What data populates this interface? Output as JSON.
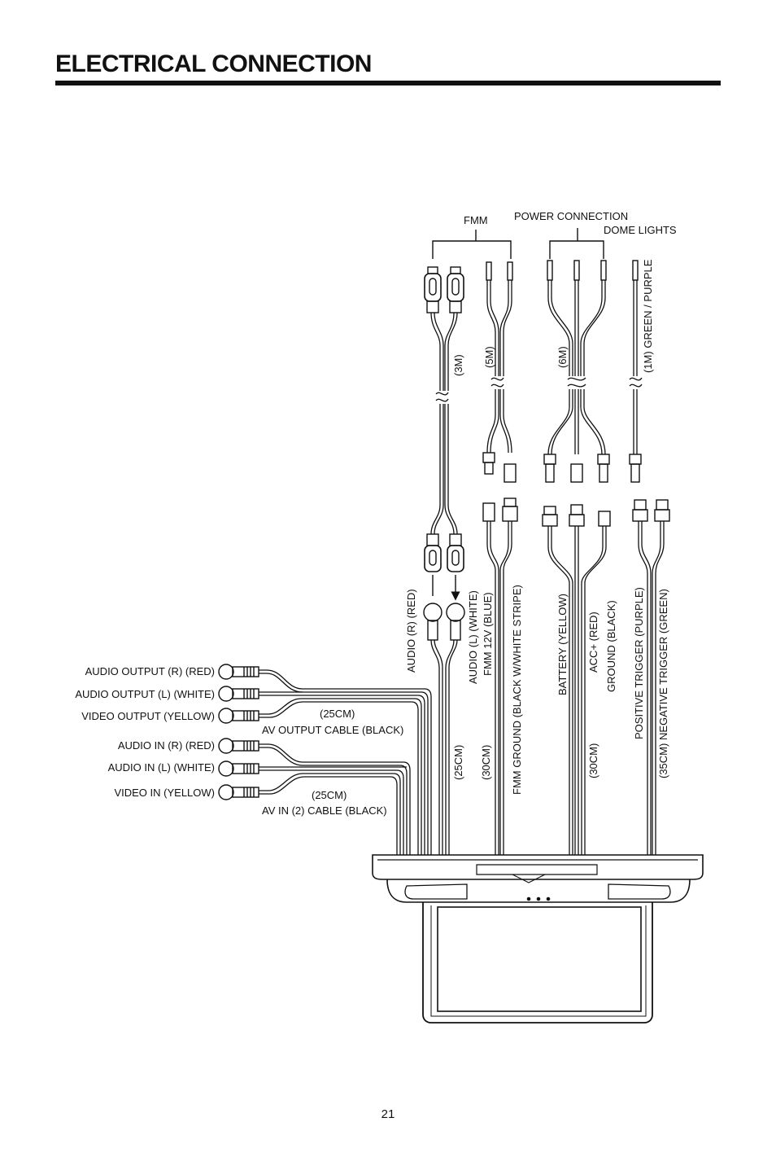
{
  "title": "ELECTRICAL CONNECTION",
  "page_number": "21",
  "groups": {
    "fmm": "FMM",
    "power": "POWER CONNECTION",
    "dome": "DOME LIGHTS"
  },
  "lengths": {
    "rca_extension": "(3M)",
    "fmm_extension": "(5M)",
    "power_extension": "(6M)",
    "dome_extension": "(1M) GREEN / PURPLE"
  },
  "lead_labels": {
    "audio_r": "AUDIO (R) (RED)",
    "audio_l": "AUDIO (L) (WHITE)",
    "fmm_12v": "FMM 12V (BLUE)",
    "fmm_ground": "FMM GROUND (BLACK W/WHITE STRIPE)",
    "battery": "BATTERY (YELLOW)",
    "acc": "ACC+ (RED)",
    "ground": "GROUND (BLACK)",
    "pos_trigger": "POSITIVE TRIGGER (PURPLE)",
    "neg_trigger": "(35CM) NEGATIVE TRIGGER (GREEN)",
    "len_audio": "(25CM)",
    "len_fmm": "(30CM)",
    "len_power": "(30CM)"
  },
  "av_output": {
    "audio_r": "AUDIO OUTPUT (R) (RED)",
    "audio_l": "AUDIO OUTPUT (L) (WHITE)",
    "video": "VIDEO OUTPUT (YELLOW)",
    "length": "(25CM)",
    "cable": "AV OUTPUT CABLE (BLACK)"
  },
  "av_input": {
    "audio_r": "AUDIO IN (R) (RED)",
    "audio_l": "AUDIO IN (L) (WHITE)",
    "video": "VIDEO IN (YELLOW)",
    "length": "(25CM)",
    "cable": "AV IN (2) CABLE (BLACK)"
  }
}
